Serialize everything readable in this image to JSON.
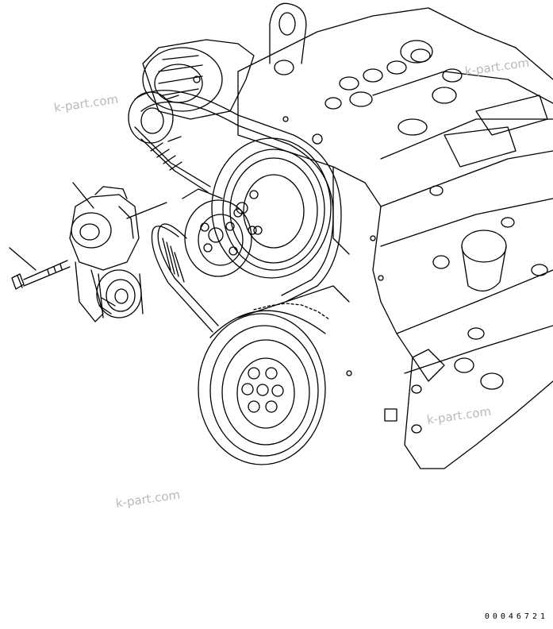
{
  "watermark": "k-part.com",
  "watermarks": [
    "k-part.com",
    "k-part.com",
    "k-part.com",
    "k-part.com"
  ],
  "part_number": "00046721",
  "colors": {
    "line": "#000000",
    "watermark": "#b9b9b9",
    "background": "#ffffff"
  }
}
